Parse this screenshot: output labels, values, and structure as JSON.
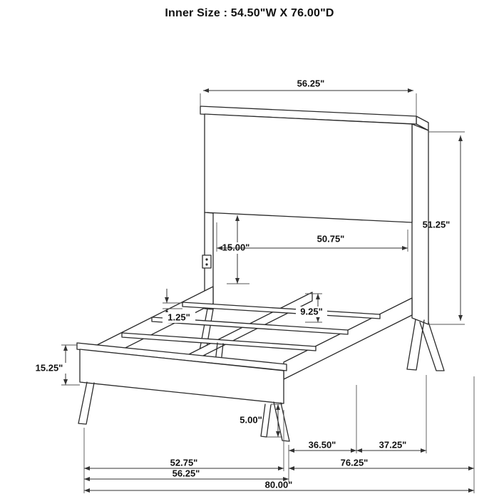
{
  "title": "Inner Size : 54.50\"W X 76.00\"D",
  "dimensions": {
    "headboard_width_top": "56.25\"",
    "headboard_height": "51.25\"",
    "headboard_to_slats": "15.00\"",
    "inner_width": "50.75\"",
    "slat_thickness": "1.25\"",
    "rail_depth": "9.25\"",
    "footboard_height": "15.25\"",
    "center_leg_height": "5.00\"",
    "leg_span_left": "36.50\"",
    "leg_span_right": "37.25\"",
    "platform_length": "52.75\"",
    "rail_length": "76.25\"",
    "footboard_width": "56.25\"",
    "overall_depth": "80.00\""
  }
}
